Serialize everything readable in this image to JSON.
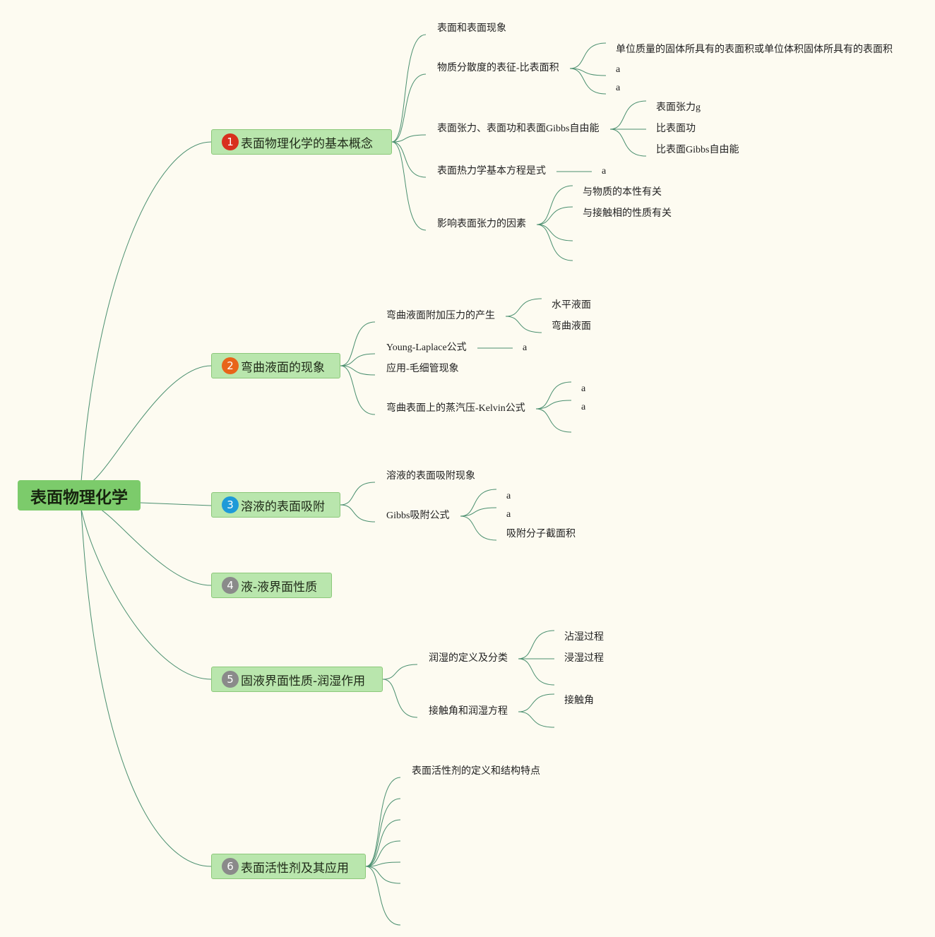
{
  "root": {
    "label": "表面物理化学"
  },
  "colors": {
    "line": "#4a8f6f",
    "root_fill": "#7ccb6b",
    "topic_fill": "#b9e6ad",
    "background": "#fdfbf1"
  },
  "topics": [
    {
      "badge": "1",
      "badge_color": "#d8301e",
      "label": "表面物理化学的基本概念",
      "children": [
        {
          "label": "表面和表面现象",
          "children": []
        },
        {
          "label": "物质分散度的表征-比表面积",
          "children": [
            {
              "label": "单位质量的固体所具有的表面积或单位体积固体所具有的表面积"
            },
            {
              "label": "a"
            },
            {
              "label": "a"
            }
          ]
        },
        {
          "label": "表面张力、表面功和表面Gibbs自由能",
          "children": [
            {
              "label": "表面张力g"
            },
            {
              "label": "比表面功"
            },
            {
              "label": "比表面Gibbs自由能"
            }
          ]
        },
        {
          "label": "表面热力学基本方程是式",
          "children": [
            {
              "label": "a"
            }
          ]
        },
        {
          "label": "影响表面张力的因素",
          "children": [
            {
              "label": "与物质的本性有关"
            },
            {
              "label": "与接触相的性质有关"
            },
            {
              "label": ""
            },
            {
              "label": ""
            }
          ]
        }
      ]
    },
    {
      "badge": "2",
      "badge_color": "#e8641a",
      "label": "弯曲液面的现象",
      "children": [
        {
          "label": "弯曲液面附加压力的产生",
          "children": [
            {
              "label": "水平液面"
            },
            {
              "label": "弯曲液面"
            }
          ]
        },
        {
          "label": "Young-Laplace公式",
          "children": [
            {
              "label": "a"
            }
          ]
        },
        {
          "label": "应用-毛细管现象",
          "children": []
        },
        {
          "label": "弯曲表面上的蒸汽压-Kelvin公式",
          "children": [
            {
              "label": "a"
            },
            {
              "label": "a"
            },
            {
              "label": ""
            }
          ]
        }
      ]
    },
    {
      "badge": "3",
      "badge_color": "#1e9ad8",
      "label": "溶液的表面吸附",
      "children": [
        {
          "label": "溶液的表面吸附现象",
          "children": []
        },
        {
          "label": "Gibbs吸附公式",
          "children": [
            {
              "label": "a"
            },
            {
              "label": "a"
            },
            {
              "label": "吸附分子截面积"
            }
          ]
        }
      ]
    },
    {
      "badge": "4",
      "badge_color": "#8a8a8a",
      "label": "液-液界面性质",
      "children": []
    },
    {
      "badge": "5",
      "badge_color": "#8a8a8a",
      "label": "固液界面性质-润湿作用",
      "children": [
        {
          "label": "润湿的定义及分类",
          "children": [
            {
              "label": "沾湿过程"
            },
            {
              "label": "浸湿过程"
            },
            {
              "label": ""
            }
          ]
        },
        {
          "label": "接触角和润湿方程",
          "children": [
            {
              "label": "接触角"
            },
            {
              "label": ""
            }
          ]
        }
      ]
    },
    {
      "badge": "6",
      "badge_color": "#8a8a8a",
      "label": "表面活性剂及其应用",
      "children": [
        {
          "label": "表面活性剂的定义和结构特点",
          "children": []
        },
        {
          "label": "",
          "children": []
        },
        {
          "label": "",
          "children": []
        },
        {
          "label": "",
          "children": []
        },
        {
          "label": "",
          "children": []
        },
        {
          "label": "",
          "children": []
        },
        {
          "label": "",
          "children": []
        }
      ]
    }
  ]
}
